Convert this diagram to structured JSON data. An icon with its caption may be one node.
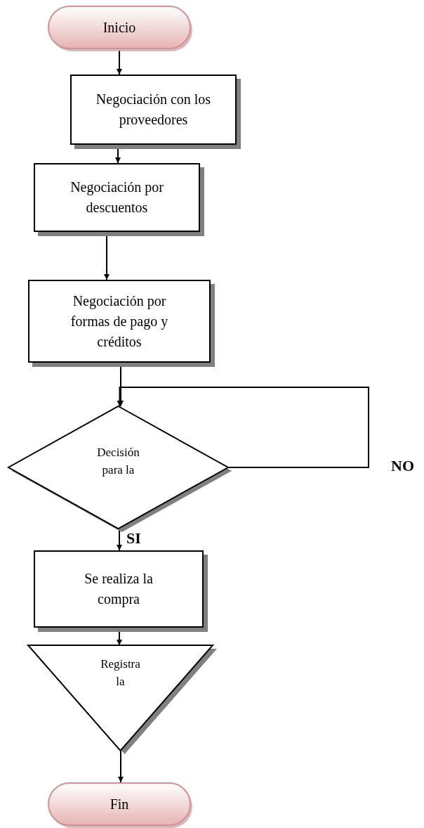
{
  "diagram": {
    "nodes": [
      {
        "text": [
          "Inicio"
        ]
      },
      {
        "text": [
          "Negociación con los proveedores"
        ]
      },
      {
        "text": [
          "Negociación por descuentos"
        ]
      },
      {
        "text": [
          "Negociación por formas de pago y créditos"
        ]
      },
      {
        "text": [
          "Decisión para la"
        ]
      },
      {
        "text": [
          "Se realiza la compra"
        ]
      },
      {
        "text": [
          "Registra la"
        ]
      },
      {
        "text": [
          "Fin"
        ]
      }
    ],
    "edges": [
      {
        "from": 0,
        "to": 1,
        "arrow": "to"
      },
      {
        "from": 1,
        "to": 2,
        "arrow": "to"
      },
      {
        "from": 2,
        "to": 3,
        "arrow": "to"
      },
      {
        "from": 3,
        "to": 4,
        "arrow": "to"
      },
      {
        "from": 4,
        "to": 5,
        "arrow": "to",
        "label": "SI"
      },
      {
        "from": 4,
        "to": 4,
        "arrow": "to",
        "label": "NO"
      },
      {
        "from": 5,
        "to": 6,
        "arrow": "to"
      },
      {
        "from": 6,
        "to": 7,
        "arrow": "to"
      }
    ]
  }
}
